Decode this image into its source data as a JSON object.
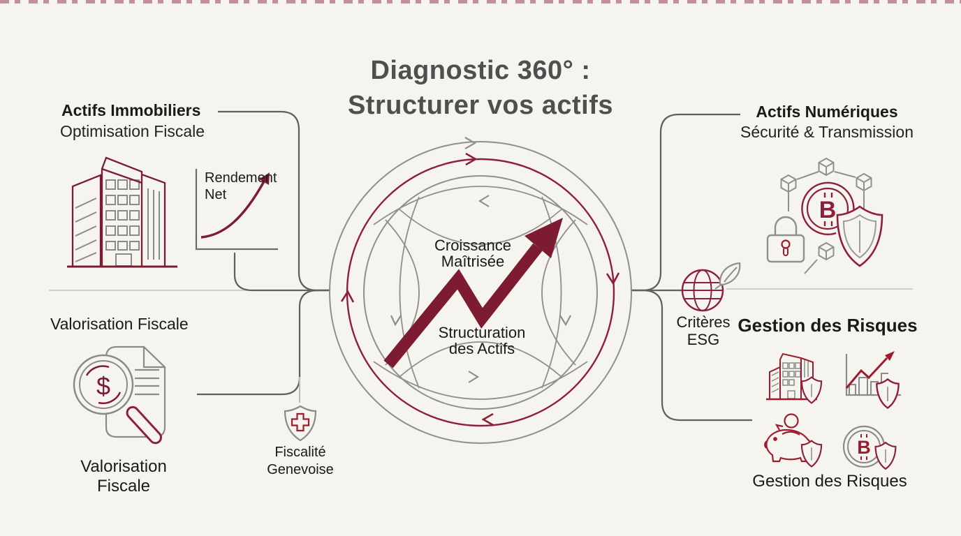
{
  "title": {
    "line1": "Diagnostic 360° :",
    "line2": "Structurer vos actifs"
  },
  "real_estate": {
    "heading": "Actifs Immobiliers",
    "subheading": "Optimisation Fiscale",
    "chart_label_line1": "Rendement",
    "chart_label_line2": "Net"
  },
  "valuation": {
    "heading": "Valorisation Fiscale",
    "caption_line1": "Valorisation",
    "caption_line2": "Fiscale"
  },
  "geneva_tax": {
    "caption_line1": "Fiscalité",
    "caption_line2": "Genevoise"
  },
  "core": {
    "growth_line1": "Croissance",
    "growth_line2": "Maîtrisée",
    "structuring_line1": "Structuration",
    "structuring_line2": "des Actifs"
  },
  "digital_assets": {
    "heading": "Actifs Numériques",
    "subheading": "Sécurité & Transmission"
  },
  "esg": {
    "caption_line1": "Critères",
    "caption_line2": "ESG"
  },
  "risk": {
    "heading": "Gestion des Risques",
    "caption": "Gestion des Risques"
  },
  "symbols": {
    "dollar": "$",
    "bitcoin_letter": "B"
  },
  "colors": {
    "maroon": "#7d1b33",
    "maroon_bright": "#8e1f3a",
    "line_gray": "#8f8f8f",
    "connector_gray": "#5f5f5f",
    "light_line_gray": "#c3c2be",
    "title_gray": "#4f4f4f",
    "text_black": "#1a1a1a",
    "background": "#f5f4ef"
  },
  "icons": [
    "building-icon",
    "growth-chart-icon",
    "magnifier-dollar-document-icon",
    "swiss-shield-icon",
    "cycle-orbit-icon",
    "growth-arrow-icon",
    "blockchain-network-icon",
    "bitcoin-icon",
    "padlock-icon",
    "shield-icon",
    "globe-leaf-icon",
    "building-shield-icon",
    "chart-shield-icon",
    "piggy-bank-shield-icon",
    "bitcoin-shield-icon"
  ]
}
